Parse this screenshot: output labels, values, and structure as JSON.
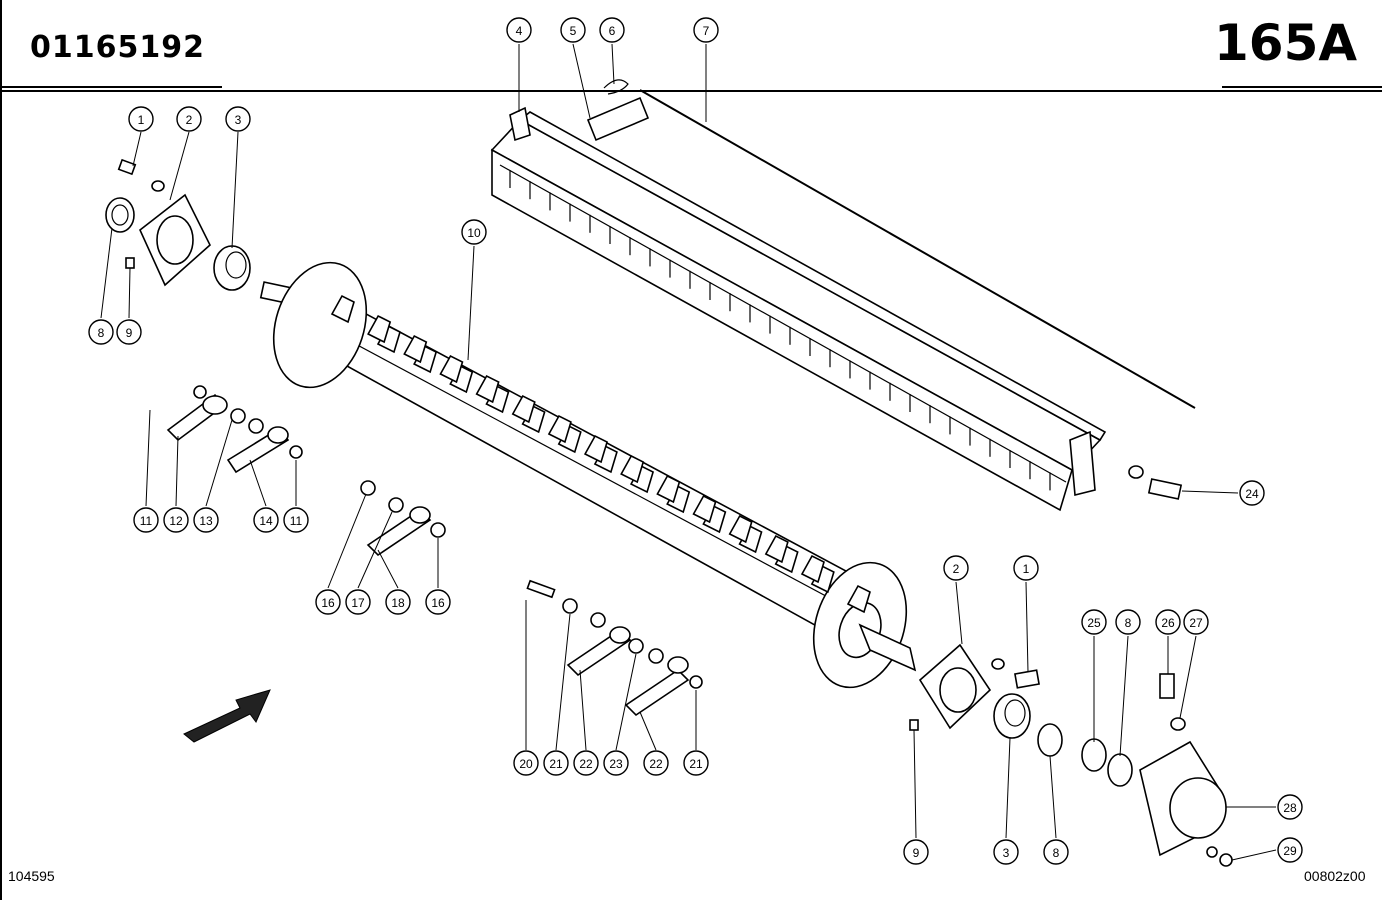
{
  "header": {
    "document_number": "01165192",
    "page_code": "165A"
  },
  "footer": {
    "left_ref": "104595",
    "right_ref": "00802z00"
  },
  "callouts": [
    {
      "label": "1"
    },
    {
      "label": "2"
    },
    {
      "label": "3"
    },
    {
      "label": "8"
    },
    {
      "label": "9"
    },
    {
      "label": "4"
    },
    {
      "label": "5"
    },
    {
      "label": "6"
    },
    {
      "label": "7"
    },
    {
      "label": "10"
    },
    {
      "label": "11"
    },
    {
      "label": "12"
    },
    {
      "label": "13"
    },
    {
      "label": "14"
    },
    {
      "label": "11"
    },
    {
      "label": "16"
    },
    {
      "label": "17"
    },
    {
      "label": "18"
    },
    {
      "label": "16"
    },
    {
      "label": "20"
    },
    {
      "label": "21"
    },
    {
      "label": "22"
    },
    {
      "label": "23"
    },
    {
      "label": "22"
    },
    {
      "label": "21"
    },
    {
      "label": "24"
    },
    {
      "label": "2"
    },
    {
      "label": "1"
    },
    {
      "label": "25"
    },
    {
      "label": "8"
    },
    {
      "label": "26"
    },
    {
      "label": "27"
    },
    {
      "label": "28"
    },
    {
      "label": "9"
    },
    {
      "label": "3"
    },
    {
      "label": "8"
    },
    {
      "label": "29"
    }
  ],
  "icons": {
    "direction": "arrow-icon"
  }
}
